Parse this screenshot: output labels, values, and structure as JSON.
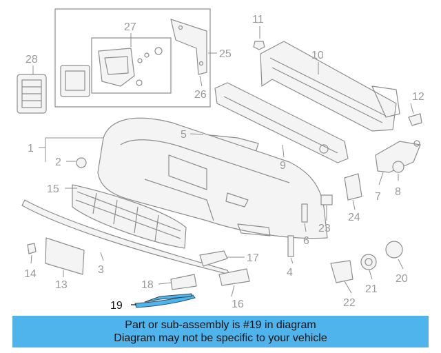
{
  "callouts": {
    "c1": "1",
    "c2": "2",
    "c3": "3",
    "c4": "4",
    "c5": "5",
    "c6": "6",
    "c7": "7",
    "c8": "8",
    "c9": "9",
    "c10": "10",
    "c11": "11",
    "c12": "12",
    "c13": "13",
    "c14": "14",
    "c15": "15",
    "c16": "16",
    "c17": "17",
    "c18": "18",
    "c19": "19",
    "c20": "20",
    "c21": "21",
    "c22": "22",
    "c23": "23",
    "c24": "24",
    "c25": "25",
    "c26": "26",
    "c27": "27",
    "c28": "28"
  },
  "highlighted_part": "19",
  "colors": {
    "highlight_part": "#4fb3ec",
    "banner": "#4fb3ec",
    "linework": "#8d8d8d"
  },
  "banner": {
    "line1": "Part or sub-assembly is #19 in diagram",
    "line2": "Diagram may not be specific to your vehicle"
  }
}
